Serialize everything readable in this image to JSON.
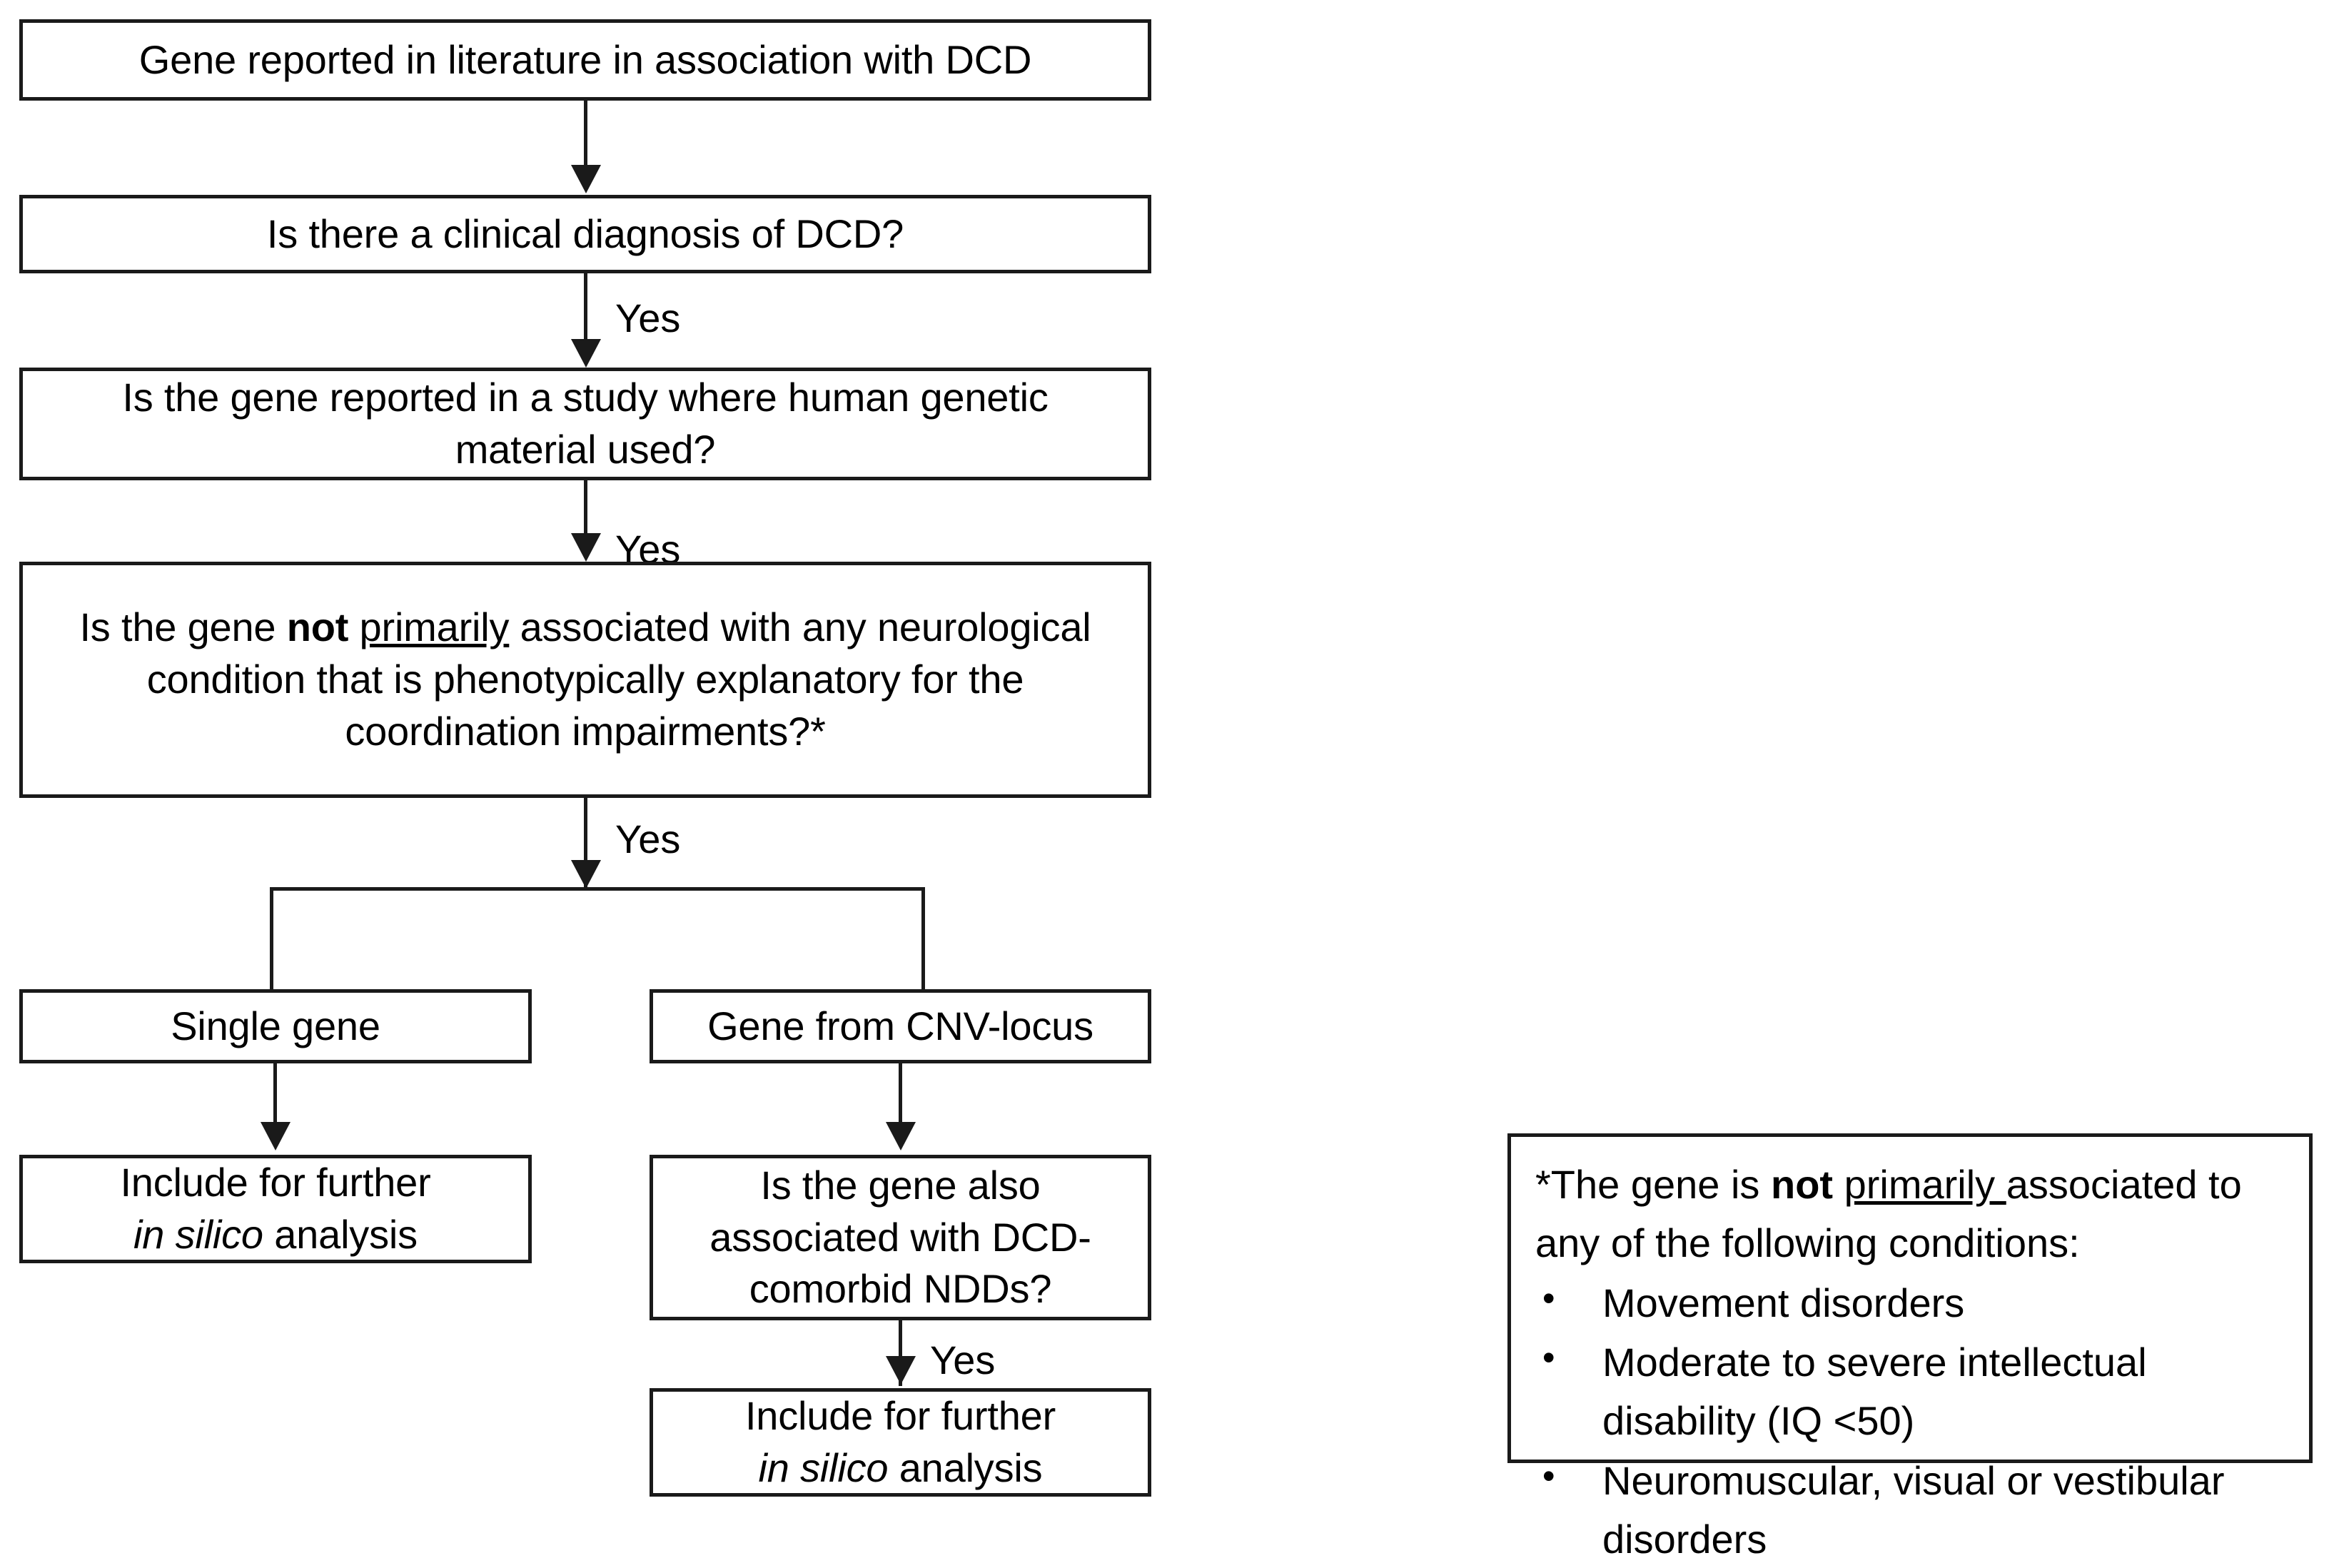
{
  "diagram": {
    "title": "Gene inclusion decision flowchart for DCD",
    "nodes": {
      "n1": "Gene reported in literature in association with DCD",
      "n2": "Is there a clinical diagnosis of DCD?",
      "n3_line1": "Is the gene reported in a study where human genetic",
      "n3_line2": "material used?",
      "n4_a": "Is the gene ",
      "n4_bold": "not",
      "n4_b": " ",
      "n4_underline": "primarily",
      "n4_c": " associated with any neurological",
      "n4_line2": "condition that is phenotypically explanatory for the",
      "n4_line3": "coordination impairments?*",
      "n5_left": "Single gene",
      "n5_right": "Gene from CNV-locus",
      "n6_left_line1": "Include for further",
      "n6_left_italic": "in silico",
      "n6_left_rest": " analysis",
      "n7_line1": "Is the gene also",
      "n7_line2": "associated with DCD-",
      "n7_line3": "comorbid NDDs?",
      "n8_line1": "Include for further",
      "n8_italic": "in silico",
      "n8_rest": " analysis"
    },
    "edge_labels": {
      "e1": "Yes",
      "e2": "Yes",
      "e3": "Yes",
      "e4": "Yes"
    },
    "legend": {
      "lead_a": "*The gene is ",
      "lead_bold": "not",
      "lead_space": " ",
      "lead_underline": "primarily ",
      "lead_b": "associated to",
      "lead_line2": "any of the following conditions:",
      "bullet_glyph": "•",
      "items": [
        "Movement disorders",
        "Moderate to severe intellectual disability (IQ <50)",
        "Neuromuscular, visual or vestibular disorders"
      ]
    },
    "colors": {
      "stroke": "#1a1a1a",
      "background": "#ffffff",
      "text": "#000000"
    }
  }
}
